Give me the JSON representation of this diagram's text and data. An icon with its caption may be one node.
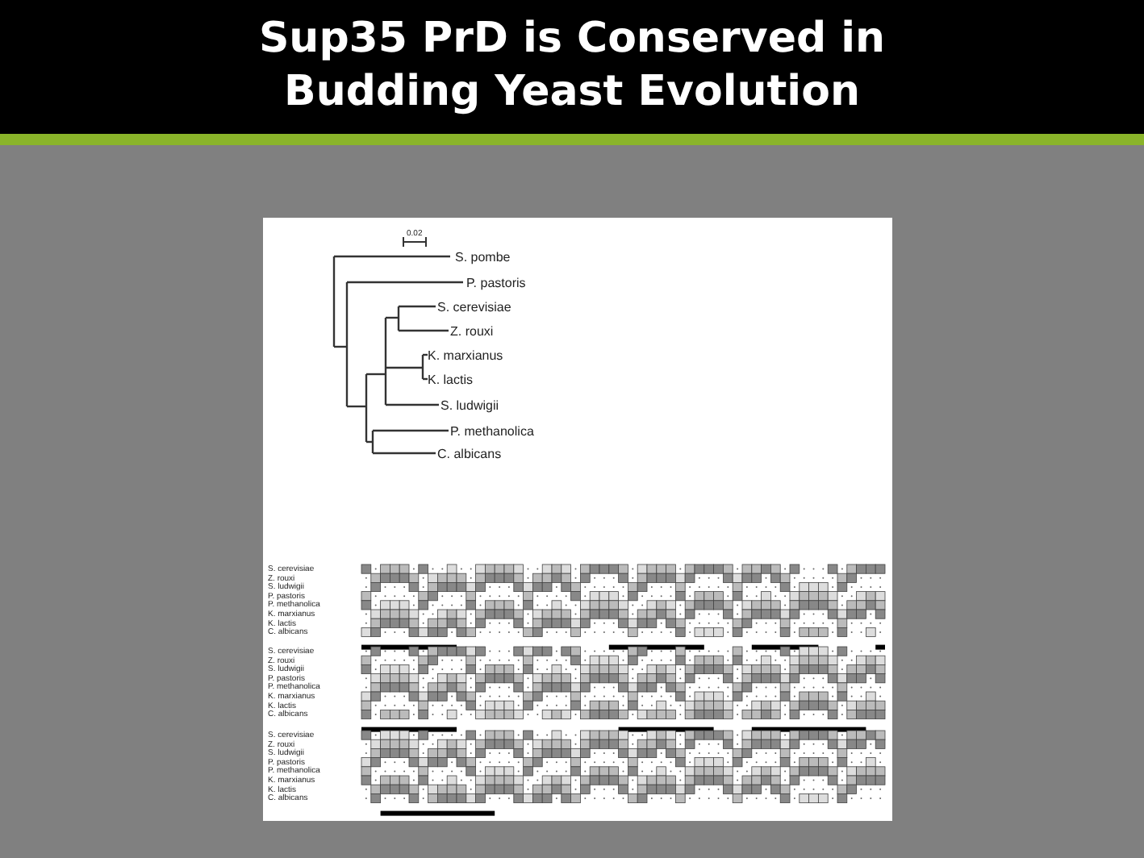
{
  "diagram": {
    "title": "Sup35 PrD is Conserved in Budding Yeast Evolution",
    "labels": [
      "0.02",
      "S. pombe",
      "P. pastoris",
      "S. cerevisiae",
      "Z. rouxi",
      "K. marxianus",
      "K. lactis",
      "S. ludwigii",
      "P. methanolica",
      "C. albicans",
      "S. cerevisiae",
      "Z. rouxi",
      "S. ludwigii",
      "P. pastoris",
      "P. methanolica",
      "K. marxianus",
      "K. lactis",
      "C. albicans",
      "S. cerevisiae",
      "Z. rouxi",
      "S. ludwigii",
      "P. pastoris",
      "P. methanolica",
      "K. marxianus",
      "K. lactis",
      "C. albicans",
      "S. cerevisiae",
      "Z. rouxi",
      "S. ludwigii",
      "P. pastoris",
      "P. methanolica",
      "K. marxianus",
      "K. lactis",
      "C. albicans"
    ]
  }
}
